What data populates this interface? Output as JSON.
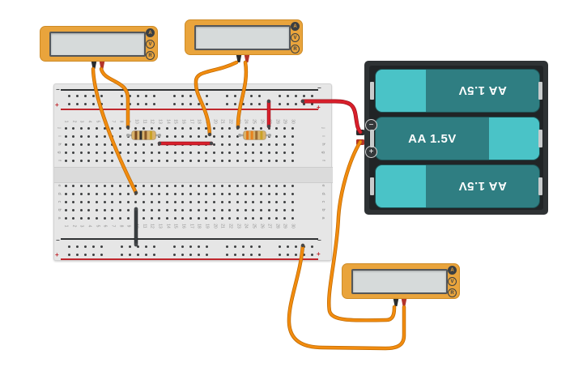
{
  "app": {
    "background_color": "#ffffff"
  },
  "breadboard": {
    "rail_negative_symbol": "−",
    "rail_positive_symbol": "+",
    "row_letters_top": [
      "j",
      "i",
      "h",
      "g",
      "f"
    ],
    "row_letters_bottom": [
      "e",
      "d",
      "c",
      "b",
      "a"
    ],
    "column_numbers": [
      1,
      2,
      3,
      4,
      5,
      6,
      7,
      8,
      9,
      10,
      11,
      12,
      13,
      14,
      15,
      16,
      17,
      18,
      19,
      20,
      21,
      22,
      23,
      24,
      25,
      26,
      27,
      28,
      29,
      30
    ],
    "colors": {
      "board": "#E6E6E6",
      "hole": "#3D3F40",
      "negative_line": "#2F3133",
      "positive_line": "#C0272D",
      "label": "#8F8F8F"
    }
  },
  "multimeters": [
    {
      "id": "multimeter-1",
      "display_value": "",
      "mode_buttons": [
        {
          "label": "A",
          "active": true
        },
        {
          "label": "V",
          "active": false
        },
        {
          "label": "R",
          "active": false
        }
      ]
    },
    {
      "id": "multimeter-2",
      "display_value": "",
      "mode_buttons": [
        {
          "label": "A",
          "active": true
        },
        {
          "label": "V",
          "active": false
        },
        {
          "label": "R",
          "active": false
        }
      ]
    },
    {
      "id": "multimeter-3",
      "display_value": "",
      "mode_buttons": [
        {
          "label": "A",
          "active": true
        },
        {
          "label": "V",
          "active": false
        },
        {
          "label": "R",
          "active": false
        }
      ]
    }
  ],
  "multimeter_style": {
    "body": "#E9A43C",
    "screen": "#D6DADA",
    "screen_bezel": "#54575A",
    "button_color": "#3B3F42"
  },
  "battery_pack": {
    "batteries": [
      {
        "label": "AA 1.5V",
        "orientation": "reversed"
      },
      {
        "label": "AA 1.5V",
        "orientation": "normal"
      },
      {
        "label": "AA 1.5V",
        "orientation": "reversed"
      }
    ],
    "negative_symbol": "−",
    "positive_symbol": "+",
    "colors": {
      "housing": "#2E3234",
      "housing_inner": "#212426",
      "cell": "#2F7E82",
      "cap": "#4AC3C7",
      "text": "#FFFFFF",
      "tab": "#C8CBCC"
    }
  },
  "resistors": [
    {
      "id": "resistor-1",
      "body_color": "#D8B16A",
      "band_colors": [
        "#7A4A21",
        "#2E2E2E",
        "#8A5A2A",
        "#C9A227"
      ]
    },
    {
      "id": "resistor-2",
      "body_color": "#D8B16A",
      "band_colors": [
        "#E07818",
        "#E8821E",
        "#9A6A32",
        "#C9A227"
      ]
    }
  ],
  "wires": {
    "orange": "#F28C0F",
    "orange_outline": "#BF6A02",
    "red": "#D91F2B",
    "red_outline": "#9E121C",
    "black": "#3A3F42",
    "black_outline": "#25282A",
    "lead_dot": "#A3A5A5",
    "end_dot": "#45484B"
  }
}
